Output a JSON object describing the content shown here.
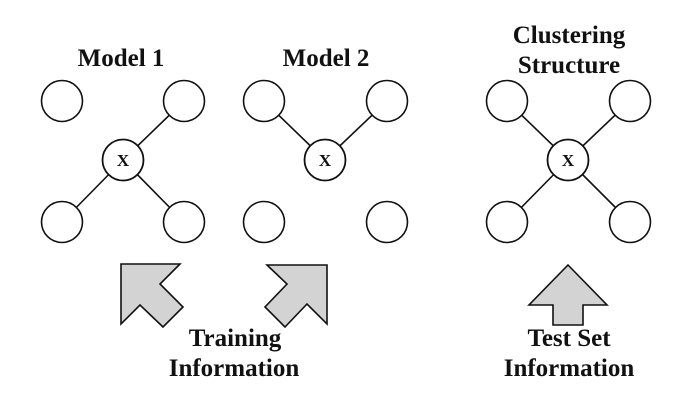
{
  "colors": {
    "center_node_fill": "#d3d3d3",
    "arrow_fill": "#d3d3d3",
    "stroke": "#111111"
  },
  "panels": [
    {
      "title_lines": [
        "Model 1"
      ],
      "center_label": "X",
      "corners": {
        "top-left": true,
        "top-right": true,
        "bottom-left": true,
        "bottom-right": true
      },
      "edges": [
        "top-right",
        "bottom-left",
        "bottom-right"
      ]
    },
    {
      "title_lines": [
        "Model 2"
      ],
      "center_label": "X",
      "corners": {
        "top-left": true,
        "top-right": true,
        "bottom-left": true,
        "bottom-right": true
      },
      "edges": [
        "top-left",
        "top-right"
      ]
    },
    {
      "title_lines": [
        "Clustering",
        "Structure"
      ],
      "center_label": "X",
      "corners": {
        "top-left": true,
        "top-right": true,
        "bottom-left": true,
        "bottom-right": true
      },
      "edges": [
        "top-left",
        "top-right",
        "bottom-left",
        "bottom-right"
      ]
    }
  ],
  "arrows": [
    {
      "name": "training-arrow-up-left",
      "direction": "up-left"
    },
    {
      "name": "training-arrow-up-right",
      "direction": "up-right"
    },
    {
      "name": "test-arrow-up",
      "direction": "up"
    }
  ],
  "captions": [
    {
      "name": "training-information-caption",
      "lines": [
        "Training",
        "Information"
      ]
    },
    {
      "name": "test-set-information-caption",
      "lines": [
        "Test Set",
        "Information"
      ]
    }
  ]
}
